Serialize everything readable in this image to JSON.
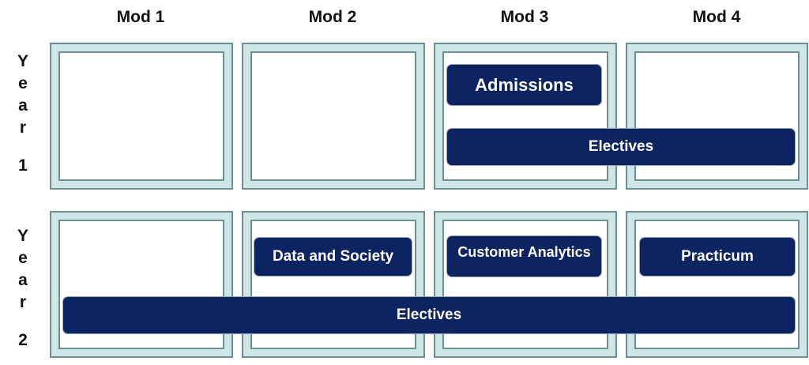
{
  "columns": [
    "Mod 1",
    "Mod 2",
    "Mod 3",
    "Mod 4"
  ],
  "rows": [
    {
      "letters": [
        "Y",
        "e",
        "a",
        "r"
      ],
      "number": "1"
    },
    {
      "letters": [
        "Y",
        "e",
        "a",
        "r"
      ],
      "number": "2"
    }
  ],
  "year1": {
    "admissions": "Admissions",
    "electives": "Electives"
  },
  "year2": {
    "data_and_society": "Data and Society",
    "customer_analytics": "Customer Analytics",
    "practicum": "Practicum",
    "electives": "Electives"
  },
  "colors": {
    "block_fill": "#0c2461",
    "cell_frame": "#cfe6e6",
    "cell_border": "#6e8f91"
  }
}
